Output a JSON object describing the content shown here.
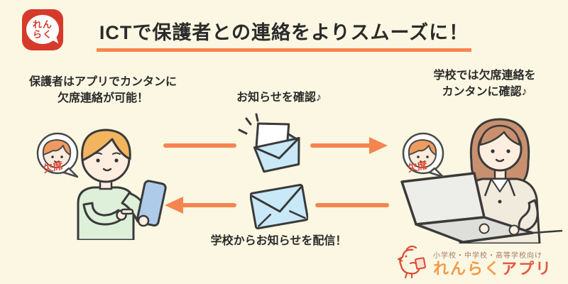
{
  "colors": {
    "background": "#FBF7E2",
    "accent_orange": "#F5854E",
    "logo_red": "#D63A2B",
    "text_dark": "#2B2B2B",
    "absence_red": "#E0452F",
    "envelope_blue": "#C9E9F8",
    "outline_dark": "#3A3A3A",
    "footer_muted": "#A5796B",
    "app_name_orange": "#F29A4B",
    "app_name_red": "#E25A44"
  },
  "header": {
    "logo_line1": "れん",
    "logo_line2": "らく",
    "title": "ICTで保護者との連絡をよりスムーズに！"
  },
  "sections": {
    "parent": {
      "line1": "保護者はアプリでカンタンに",
      "line2": "欠席連絡が可能！"
    },
    "notice_check": {
      "label": "お知らせを確認♪"
    },
    "school": {
      "line1": "学校では欠席連絡を",
      "line2": "カンタンに確認♪"
    },
    "school_send": {
      "label": "学校からお知らせを配信！"
    }
  },
  "badge": {
    "absence_label": "欠席"
  },
  "footer": {
    "audience": "小学校・中学校・高等学校向け",
    "app_name_part1": "れんらく",
    "app_name_part2": "アプリ"
  },
  "icons": {
    "app_logo": "renraku-app-logo",
    "open_envelope": "open-envelope-icon",
    "closed_envelope": "closed-envelope-icon",
    "arrow_right": "arrow-right-icon",
    "arrow_left": "arrow-left-icon",
    "absence_badge": "absence-badge",
    "mascot": "mascot-bird-icon"
  }
}
